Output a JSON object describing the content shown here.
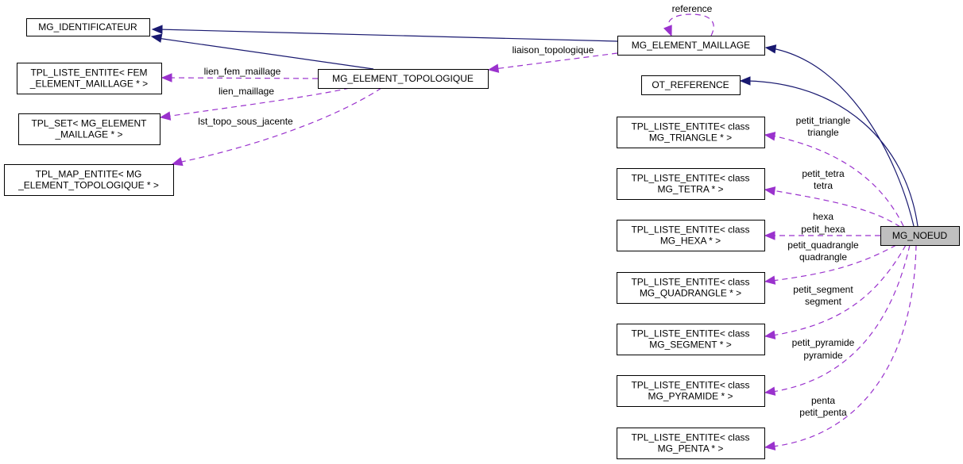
{
  "diagram": {
    "type": "collaboration-graph",
    "focus_node": "MG_NOEUD",
    "colors": {
      "inheritance": "#191970",
      "usage": "#9a32cd",
      "focus_fill": "#bfbfbf",
      "node_border": "#000000"
    },
    "nodes": [
      {
        "id": "mg_identificateur",
        "lines": [
          "MG_IDENTIFICATEUR"
        ]
      },
      {
        "id": "tpl_liste_fem",
        "lines": [
          "TPL_LISTE_ENTITE< FEM",
          "_ELEMENT_MAILLAGE * >"
        ]
      },
      {
        "id": "tpl_set",
        "lines": [
          "TPL_SET< MG_ELEMENT",
          "_MAILLAGE * >"
        ]
      },
      {
        "id": "tpl_map",
        "lines": [
          "TPL_MAP_ENTITE< MG",
          "_ELEMENT_TOPOLOGIQUE * >"
        ]
      },
      {
        "id": "mg_element_topologique",
        "lines": [
          "MG_ELEMENT_TOPOLOGIQUE"
        ]
      },
      {
        "id": "mg_element_maillage",
        "lines": [
          "MG_ELEMENT_MAILLAGE"
        ]
      },
      {
        "id": "ot_reference",
        "lines": [
          "OT_REFERENCE"
        ]
      },
      {
        "id": "tpl_triangle",
        "lines": [
          "TPL_LISTE_ENTITE< class",
          "MG_TRIANGLE * >"
        ]
      },
      {
        "id": "tpl_tetra",
        "lines": [
          "TPL_LISTE_ENTITE< class",
          "MG_TETRA * >"
        ]
      },
      {
        "id": "tpl_hexa",
        "lines": [
          "TPL_LISTE_ENTITE< class",
          "MG_HEXA * >"
        ]
      },
      {
        "id": "tpl_quadrangle",
        "lines": [
          "TPL_LISTE_ENTITE< class",
          "MG_QUADRANGLE * >"
        ]
      },
      {
        "id": "tpl_segment",
        "lines": [
          "TPL_LISTE_ENTITE< class",
          "MG_SEGMENT * >"
        ]
      },
      {
        "id": "tpl_pyramide",
        "lines": [
          "TPL_LISTE_ENTITE< class",
          "MG_PYRAMIDE * >"
        ]
      },
      {
        "id": "tpl_penta",
        "lines": [
          "TPL_LISTE_ENTITE< class",
          "MG_PENTA * >"
        ]
      },
      {
        "id": "mg_noeud",
        "lines": [
          "MG_NOEUD"
        ]
      }
    ],
    "edges": [
      {
        "id": "e1",
        "kind": "inheritance",
        "from": "mg_element_maillage",
        "to": "mg_identificateur",
        "label": []
      },
      {
        "id": "e2",
        "kind": "inheritance",
        "from": "mg_element_topologique",
        "to": "mg_identificateur",
        "label": []
      },
      {
        "id": "e3",
        "kind": "usage",
        "from": "mg_element_topologique",
        "to": "tpl_liste_fem",
        "label": [
          "lien_fem_maillage"
        ]
      },
      {
        "id": "e4",
        "kind": "usage",
        "from": "mg_element_topologique",
        "to": "tpl_set",
        "label": [
          "lien_maillage"
        ]
      },
      {
        "id": "e5",
        "kind": "usage",
        "from": "mg_element_topologique",
        "to": "tpl_map",
        "label": [
          "lst_topo_sous_jacente"
        ]
      },
      {
        "id": "e6",
        "kind": "usage",
        "from": "mg_element_maillage",
        "to": "mg_element_topologique",
        "label": [
          "liaison_topologique"
        ]
      },
      {
        "id": "e7",
        "kind": "usage",
        "from": "mg_element_maillage",
        "to": "mg_element_maillage",
        "label": [
          "reference"
        ]
      },
      {
        "id": "e8",
        "kind": "inheritance",
        "from": "mg_noeud",
        "to": "mg_element_maillage",
        "label": []
      },
      {
        "id": "e9",
        "kind": "inheritance",
        "from": "mg_noeud",
        "to": "ot_reference",
        "label": []
      },
      {
        "id": "e10",
        "kind": "usage",
        "from": "mg_noeud",
        "to": "tpl_triangle",
        "label": [
          "petit_triangle",
          "triangle"
        ]
      },
      {
        "id": "e11",
        "kind": "usage",
        "from": "mg_noeud",
        "to": "tpl_tetra",
        "label": [
          "petit_tetra",
          "tetra"
        ]
      },
      {
        "id": "e12",
        "kind": "usage",
        "from": "mg_noeud",
        "to": "tpl_hexa",
        "label": [
          "hexa",
          "petit_hexa"
        ]
      },
      {
        "id": "e13",
        "kind": "usage",
        "from": "mg_noeud",
        "to": "tpl_quadrangle",
        "label": [
          "petit_quadrangle",
          "quadrangle"
        ]
      },
      {
        "id": "e14",
        "kind": "usage",
        "from": "mg_noeud",
        "to": "tpl_segment",
        "label": [
          "petit_segment",
          "segment"
        ]
      },
      {
        "id": "e15",
        "kind": "usage",
        "from": "mg_noeud",
        "to": "tpl_pyramide",
        "label": [
          "petit_pyramide",
          "pyramide"
        ]
      },
      {
        "id": "e16",
        "kind": "usage",
        "from": "mg_noeud",
        "to": "tpl_penta",
        "label": [
          "penta",
          "petit_penta"
        ]
      }
    ]
  }
}
